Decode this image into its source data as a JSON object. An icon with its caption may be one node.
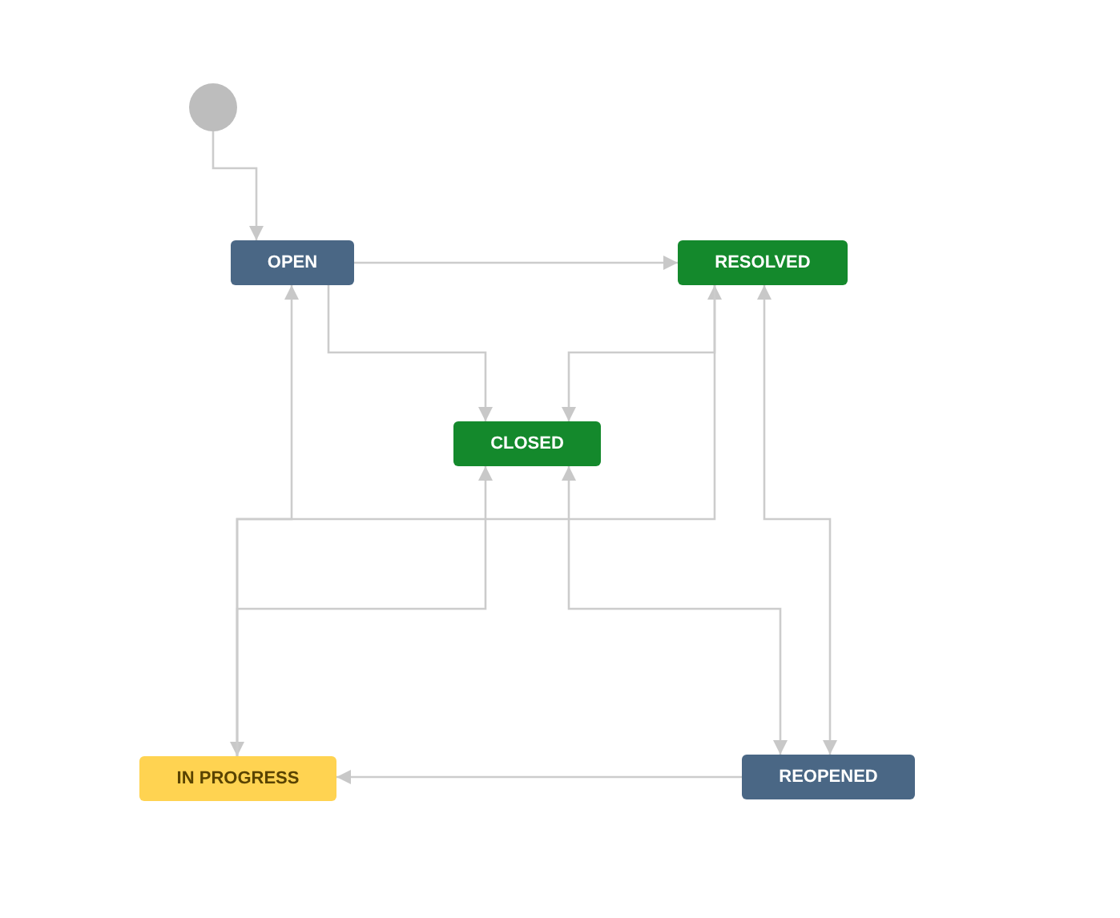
{
  "diagram": {
    "nodes": [
      {
        "text": [],
        "shape": "circle"
      },
      {
        "text": [
          "OPEN"
        ]
      },
      {
        "text": [
          "RESOLVED"
        ]
      },
      {
        "text": [
          "CLOSED"
        ]
      },
      {
        "text": [
          "IN PROGRESS"
        ]
      },
      {
        "text": [
          "REOPENED"
        ]
      }
    ],
    "edges": [
      {
        "from": 0,
        "to": 1,
        "arrow": "to"
      },
      {
        "from": 1,
        "to": 2,
        "arrow": "to"
      },
      {
        "from": 1,
        "to": 3,
        "arrow": "to"
      },
      {
        "from": 1,
        "to": 4,
        "arrow": "both"
      },
      {
        "from": 4,
        "to": 2,
        "arrow": "to"
      },
      {
        "from": 4,
        "to": 3,
        "arrow": "to"
      },
      {
        "from": 2,
        "to": 3,
        "arrow": "to"
      },
      {
        "from": 2,
        "to": 5,
        "arrow": "both"
      },
      {
        "from": 3,
        "to": 5,
        "arrow": "both"
      },
      {
        "from": 5,
        "to": 4,
        "arrow": "to"
      }
    ]
  }
}
